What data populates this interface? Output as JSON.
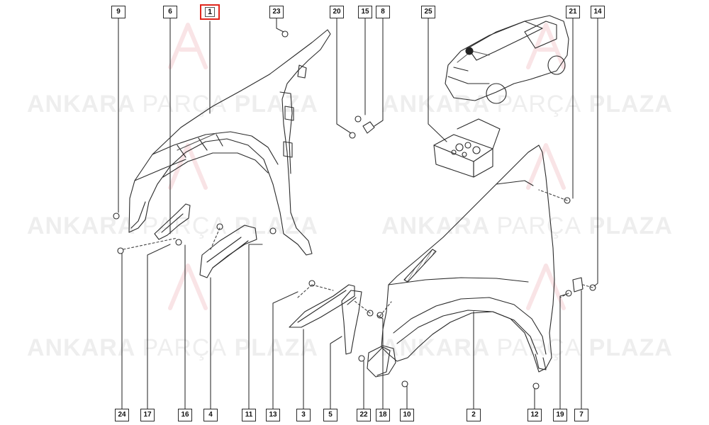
{
  "watermark": {
    "brand_1": "ANKARA",
    "brand_2": "PARÇA",
    "brand_3": "PLAZA"
  },
  "callouts": [
    "9",
    "6",
    "1",
    "23",
    "20",
    "15",
    "8",
    "25",
    "21",
    "14",
    "24",
    "17",
    "16",
    "4",
    "11",
    "13",
    "3",
    "5",
    "22",
    "18",
    "10",
    "2",
    "12",
    "19",
    "7"
  ],
  "highlighted_callout": "1",
  "colors": {
    "line": "#2a2a2a",
    "highlight": "#e0261c",
    "watermark": "#bdbdbd"
  }
}
